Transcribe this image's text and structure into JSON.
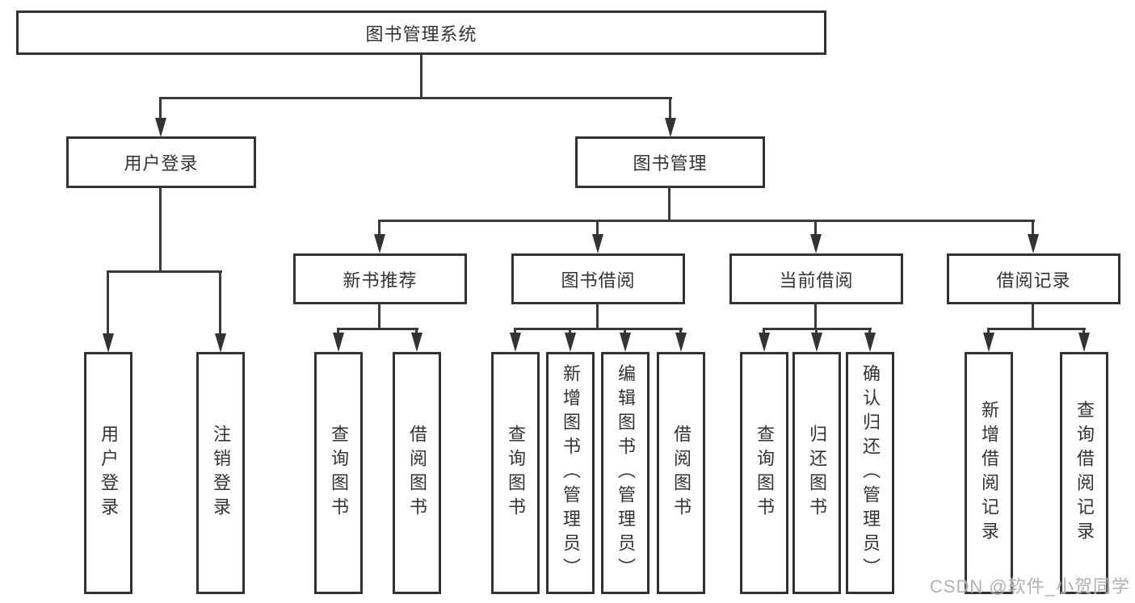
{
  "tree": {
    "root": {
      "label": "图书管理系统"
    },
    "level2": [
      {
        "label": "用户登录"
      },
      {
        "label": "图书管理"
      }
    ],
    "level3": [
      {
        "label": "新书推荐"
      },
      {
        "label": "图书借阅"
      },
      {
        "label": "当前借阅"
      },
      {
        "label": "借阅记录"
      }
    ],
    "leaves": {
      "login": [
        {
          "label": "用户登录"
        },
        {
          "label": "注销登录"
        }
      ],
      "recommend": [
        {
          "label": "查询图书"
        },
        {
          "label": "借阅图书"
        }
      ],
      "borrow": [
        {
          "label": "查询图书"
        },
        {
          "label": "新增图书（管理员）"
        },
        {
          "label": "编辑图书（管理员）"
        },
        {
          "label": "借阅图书"
        }
      ],
      "current": [
        {
          "label": "查询图书"
        },
        {
          "label": "归还图书"
        },
        {
          "label": "确认归还（管理员）"
        }
      ],
      "records": [
        {
          "label": "新增借阅记录"
        },
        {
          "label": "查询借阅记录"
        }
      ]
    }
  },
  "watermark": "CSDN @软件_小贺同学",
  "colors": {
    "line": "#333333",
    "text": "#333333",
    "box_background": "#ffffff",
    "watermark": "#a8a8a8"
  }
}
